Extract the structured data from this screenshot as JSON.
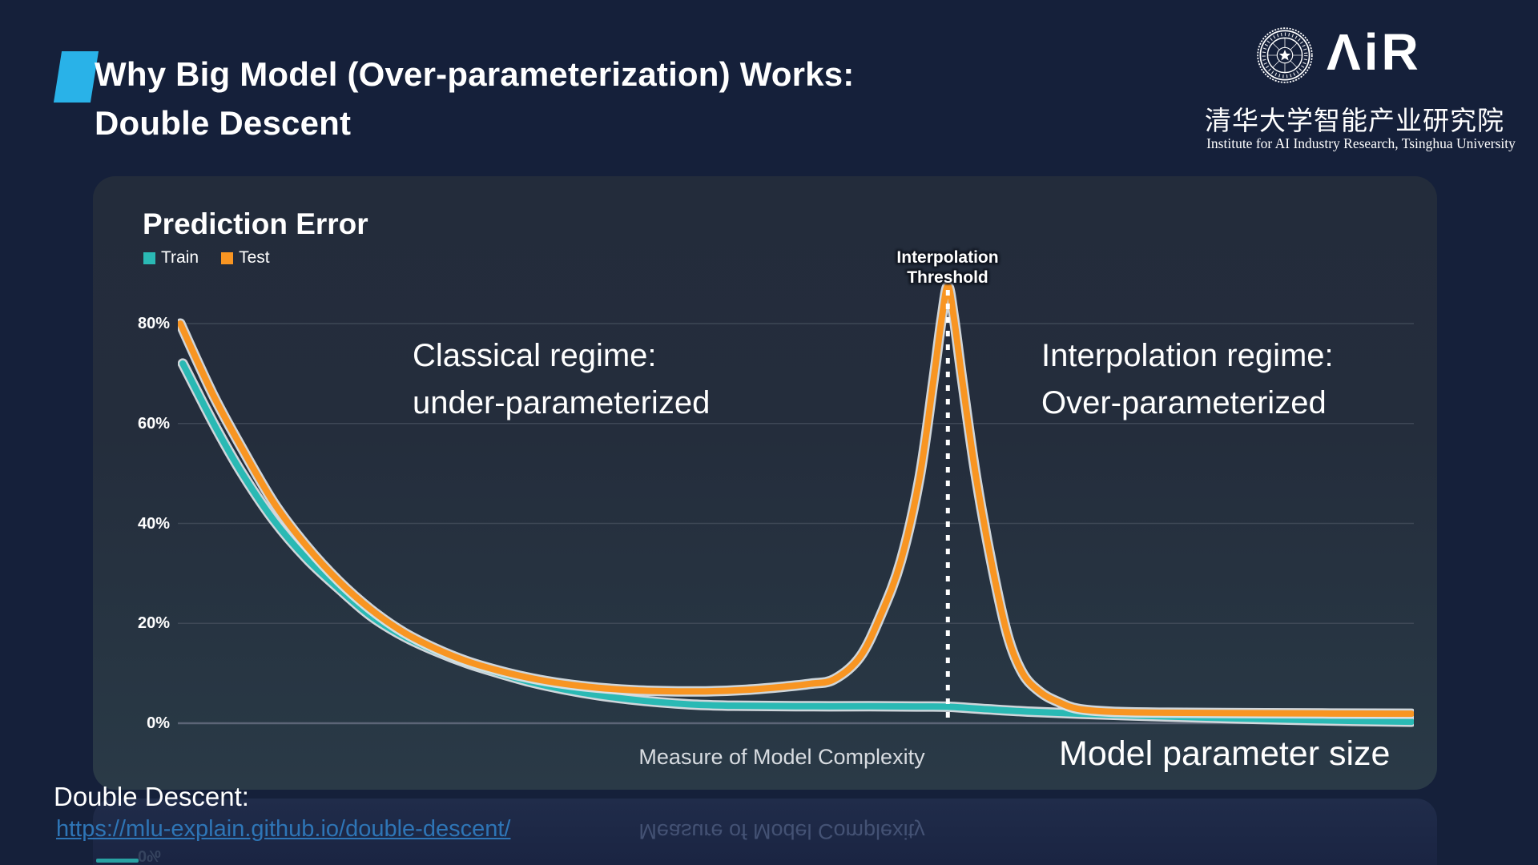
{
  "slide": {
    "title_line1": "Why Big Model (Over-parameterization) Works:",
    "title_line2": "Double Descent",
    "footer_label": "Double Descent:",
    "footer_link": "https://mlu-explain.github.io/double-descent/"
  },
  "logo": {
    "air_wordmark": "ΛiR",
    "chinese_text": "清华大学智能产业研究院",
    "english_text": "Institute for AI Industry Research,  Tsinghua University"
  },
  "chart_data": {
    "type": "line",
    "title": "Prediction Error",
    "x_axis_label": "Measure of Model Complexity",
    "x_axis_label_right": "Model parameter size",
    "grid": true,
    "legend_position": "top-left",
    "ylim_pct": [
      0,
      88
    ],
    "y_ticks": [
      {
        "label": "80%",
        "pct": 80
      },
      {
        "label": "60%",
        "pct": 60
      },
      {
        "label": "40%",
        "pct": 40
      },
      {
        "label": "20%",
        "pct": 20
      },
      {
        "label": "0%",
        "pct": 0
      }
    ],
    "threshold_x_frac": 0.623,
    "annotations": {
      "threshold_line1": "Interpolation",
      "threshold_line2": "Threshold",
      "classical_line1": "Classical regime:",
      "classical_line2": "under-parameterized",
      "interp_line1": "Interpolation regime:",
      "interp_line2": "Over-parameterized"
    },
    "series": [
      {
        "name": "Train",
        "color": "#2ab9b4",
        "points": [
          [
            0.004,
            72
          ],
          [
            0.03,
            59.5
          ],
          [
            0.052,
            50
          ],
          [
            0.078,
            40.5
          ],
          [
            0.104,
            33
          ],
          [
            0.13,
            27
          ],
          [
            0.156,
            21.5
          ],
          [
            0.182,
            17.5
          ],
          [
            0.208,
            14.5
          ],
          [
            0.234,
            12
          ],
          [
            0.26,
            10
          ],
          [
            0.286,
            8.2
          ],
          [
            0.312,
            6.8
          ],
          [
            0.34,
            5.6
          ],
          [
            0.365,
            4.8
          ],
          [
            0.39,
            4.2
          ],
          [
            0.42,
            3.7
          ],
          [
            0.45,
            3.5
          ],
          [
            0.5,
            3.4
          ],
          [
            0.56,
            3.4
          ],
          [
            0.6,
            3.35
          ],
          [
            0.623,
            3.3
          ],
          [
            0.655,
            2.8
          ],
          [
            0.69,
            2.3
          ],
          [
            0.73,
            1.9
          ],
          [
            0.78,
            1.5
          ],
          [
            0.85,
            1.0
          ],
          [
            0.92,
            0.6
          ],
          [
            1.0,
            0.3
          ]
        ]
      },
      {
        "name": "Test",
        "color": "#f89522",
        "points": [
          [
            0.002,
            80
          ],
          [
            0.028,
            66
          ],
          [
            0.052,
            55
          ],
          [
            0.078,
            44
          ],
          [
            0.104,
            35.5
          ],
          [
            0.13,
            28.5
          ],
          [
            0.156,
            22.8
          ],
          [
            0.182,
            18.3
          ],
          [
            0.208,
            15.0
          ],
          [
            0.234,
            12.4
          ],
          [
            0.26,
            10.5
          ],
          [
            0.286,
            9.0
          ],
          [
            0.312,
            7.9
          ],
          [
            0.34,
            7.1
          ],
          [
            0.37,
            6.6
          ],
          [
            0.4,
            6.4
          ],
          [
            0.43,
            6.4
          ],
          [
            0.46,
            6.7
          ],
          [
            0.49,
            7.3
          ],
          [
            0.512,
            7.9
          ],
          [
            0.531,
            8.8
          ],
          [
            0.552,
            13.3
          ],
          [
            0.569,
            21.8
          ],
          [
            0.585,
            32.5
          ],
          [
            0.6,
            49
          ],
          [
            0.611,
            68
          ],
          [
            0.618,
            81
          ],
          [
            0.623,
            87.5
          ],
          [
            0.628,
            81
          ],
          [
            0.635,
            68
          ],
          [
            0.646,
            49
          ],
          [
            0.66,
            30
          ],
          [
            0.672,
            17
          ],
          [
            0.684,
            9.8
          ],
          [
            0.698,
            6.2
          ],
          [
            0.712,
            4.3
          ],
          [
            0.728,
            2.9
          ],
          [
            0.755,
            2.3
          ],
          [
            0.8,
            2.1
          ],
          [
            0.88,
            2.0
          ],
          [
            1.0,
            1.9
          ]
        ]
      }
    ]
  },
  "reflection": {
    "mirrored_x_label": "Measure of Model Complexity",
    "mirrored_tick": "0%"
  }
}
